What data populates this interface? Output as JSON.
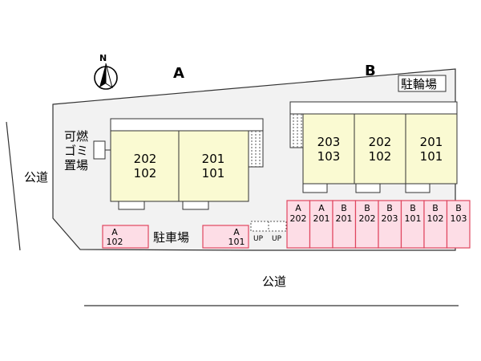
{
  "compass": {
    "letter": "N",
    "icon": "north-arrow-icon"
  },
  "buildings": {
    "a": {
      "label": "A",
      "units": [
        {
          "top": "202",
          "bottom": "102"
        },
        {
          "top": "201",
          "bottom": "101"
        }
      ]
    },
    "b": {
      "label": "B",
      "units": [
        {
          "top": "203",
          "bottom": "103"
        },
        {
          "top": "202",
          "bottom": "102"
        },
        {
          "top": "201",
          "bottom": "101"
        }
      ]
    }
  },
  "labels": {
    "bicycle_parking": "駐輪場",
    "garbage_station": [
      "可燃",
      "ゴミ",
      "置場"
    ],
    "parking": "駐車場",
    "road_left": "公道",
    "road_bottom": "公道",
    "stairs_up": [
      "UP",
      "UP"
    ]
  },
  "parking_spaces": {
    "left_a": {
      "building": "A",
      "unit": "102"
    },
    "mid_a": {
      "building": "A",
      "unit": "101"
    },
    "row": [
      {
        "building": "A",
        "unit": "202"
      },
      {
        "building": "A",
        "unit": "201"
      },
      {
        "building": "B",
        "unit": "201"
      },
      {
        "building": "B",
        "unit": "202"
      },
      {
        "building": "B",
        "unit": "203"
      },
      {
        "building": "B",
        "unit": "101"
      },
      {
        "building": "B",
        "unit": "102"
      },
      {
        "building": "B",
        "unit": "103"
      }
    ]
  },
  "colors": {
    "lot": "#f2f2f2",
    "building": "#fafad2",
    "parking_fill": "#fddde6",
    "parking_border": "#e0455f",
    "outline": "#333333"
  }
}
